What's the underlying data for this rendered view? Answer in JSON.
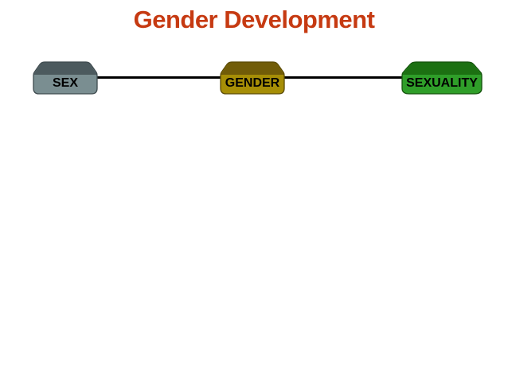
{
  "slide": {
    "title": "Gender Development",
    "title_color": "#C63A12",
    "background_color": "#FFFFFF"
  },
  "diagram": {
    "connector_color": "#000000",
    "label_color": "#000000",
    "nodes": [
      {
        "id": "sex",
        "label": "SEX",
        "face_color": "#7A8E91",
        "top_color": "#4C5A5E",
        "outline_color": "#3E4A4E"
      },
      {
        "id": "gender",
        "label": "GENDER",
        "face_color": "#A68E06",
        "top_color": "#715C08",
        "outline_color": "#5A4A05"
      },
      {
        "id": "sexuality",
        "label": "SEXUALITY",
        "face_color": "#2F9E29",
        "top_color": "#1C7012",
        "outline_color": "#14520C"
      }
    ]
  }
}
